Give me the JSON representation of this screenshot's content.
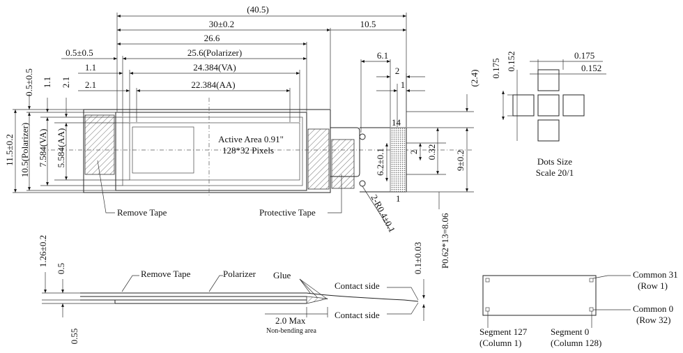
{
  "top_view": {
    "dims_horizontal": {
      "overall": "(40.5)",
      "glass": "30±0.2",
      "fpc": "10.5",
      "outline": "26.6",
      "polarizer_offset": "0.5±0.5",
      "polarizer": "25.6(Polarizer)",
      "va_offset": "1.1",
      "va": "24.384(VA)",
      "aa_offset": "2.1",
      "aa": "22.384(AA)",
      "fpc_hole": "6.1",
      "pin_pitch_2": "2",
      "pin_pitch_1": "1"
    },
    "dims_vertical": {
      "polarizer_top": "0.5±0.5",
      "va_top": "1.1",
      "aa_top": "2.1",
      "glass_h": "11.5±0.2",
      "polarizer_h": "10.5(Polarizer)",
      "va_h": "7.584(VA)",
      "aa_h": "5.584(AA)",
      "fpc_top": "(2.4)",
      "fpc_h": "9±0.2",
      "fpc_pos": "6.2±0.1",
      "pin_w": "2",
      "pin_h": "0.32"
    },
    "active_area_line1": "Active Area 0.91\"",
    "active_area_line2": "128*32 Pixels",
    "remove_tape": "Remove Tape",
    "protective_tape": "Protective Tape",
    "radius": "2-R0.4±0.1",
    "pin_pitch": "P0.62*13=8.06",
    "pin_first": "14",
    "pin_last": "1"
  },
  "dots": {
    "d175_h": "0.175",
    "d152_h": "0.152",
    "d175_v": "0.175",
    "d152_v": "0.152",
    "caption1": "Dots Size",
    "caption2": "Scale  20/1"
  },
  "side_view": {
    "thickness": "1.26±0.2",
    "polarizer_t": "0.5",
    "glass_t": "0.55",
    "remove_tape": "Remove Tape",
    "polarizer": "Polarizer",
    "glue": "Glue",
    "contact_top": "Contact side",
    "contact_bottom": "Contact side",
    "bend": "2.0 Max",
    "bend_note": "Non-bending area",
    "fpc_t": "0.1±0.03"
  },
  "pixel_map": {
    "common31": "Common 31",
    "row1": "(Row 1)",
    "common0": "Common 0",
    "row32": "(Row 32)",
    "seg127": "Segment 127",
    "col1": "(Column 1)",
    "seg0": "Segment 0",
    "col128": "(Column 128)"
  }
}
